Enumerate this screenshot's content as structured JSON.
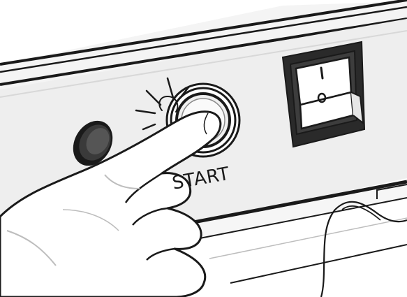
{
  "illustration": {
    "panel": {
      "face_color": "#eeeeee",
      "line_color": "#1a1a1a"
    },
    "start_button": {
      "label": "START",
      "illuminated": true,
      "icon": "glow-rays-icon"
    },
    "power_switch": {
      "symbols": [
        "I",
        "O"
      ],
      "icon": "rocker-switch-icon"
    },
    "side_knob": {
      "icon": "knob-icon"
    },
    "hand": {
      "icon": "pointing-finger-icon"
    }
  }
}
